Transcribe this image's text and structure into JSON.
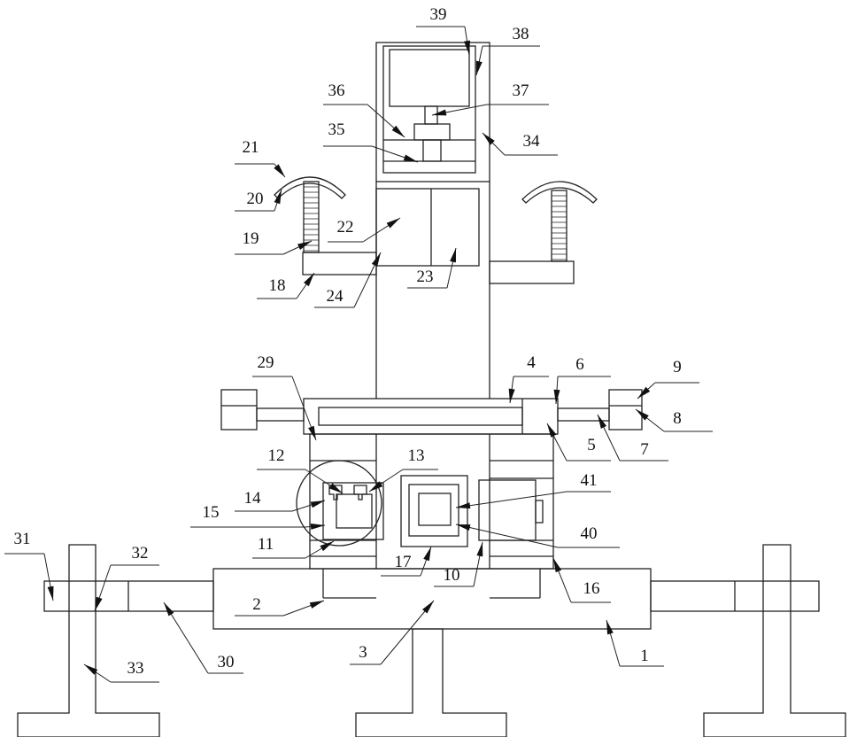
{
  "figure": {
    "type": "patent mechanical drawing",
    "labels": {
      "1": "1",
      "2": "2",
      "3": "3",
      "4": "4",
      "5": "5",
      "6": "6",
      "7": "7",
      "8": "8",
      "9": "9",
      "10": "10",
      "11": "11",
      "12": "12",
      "13": "13",
      "14": "14",
      "15": "15",
      "16": "16",
      "17": "17",
      "18": "18",
      "19": "19",
      "20": "20",
      "21": "21",
      "22": "22",
      "23": "23",
      "24": "24",
      "29": "29",
      "30": "30",
      "31": "31",
      "32": "32",
      "33": "33",
      "34": "34",
      "35": "35",
      "36": "36",
      "37": "37",
      "38": "38",
      "39": "39",
      "40": "40",
      "41": "41"
    }
  }
}
